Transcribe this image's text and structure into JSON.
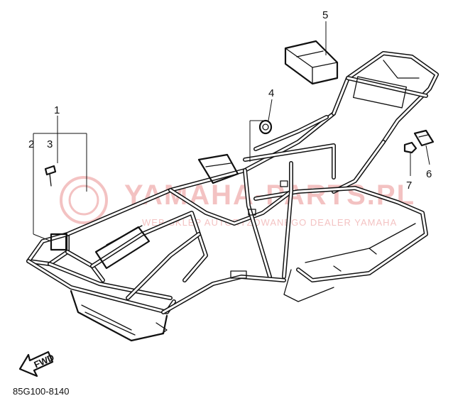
{
  "diagram": {
    "figure_code": "85G100-8140",
    "callouts": [
      {
        "id": "c1",
        "label": "1"
      },
      {
        "id": "c2",
        "label": "2"
      },
      {
        "id": "c3",
        "label": "3"
      },
      {
        "id": "c4",
        "label": "4"
      },
      {
        "id": "c5",
        "label": "5"
      },
      {
        "id": "c6",
        "label": "6"
      },
      {
        "id": "c7",
        "label": "7"
      }
    ],
    "arrow_label": "FWD",
    "watermark": {
      "brand": "YAMAHA-PARTS.PL",
      "tagline": "WEB SKLEP AUTORYZOWANEGO DEALER YAMAHA"
    }
  },
  "colors": {
    "line": "#111111",
    "watermark": "#f2b8b8",
    "background": "#ffffff"
  }
}
